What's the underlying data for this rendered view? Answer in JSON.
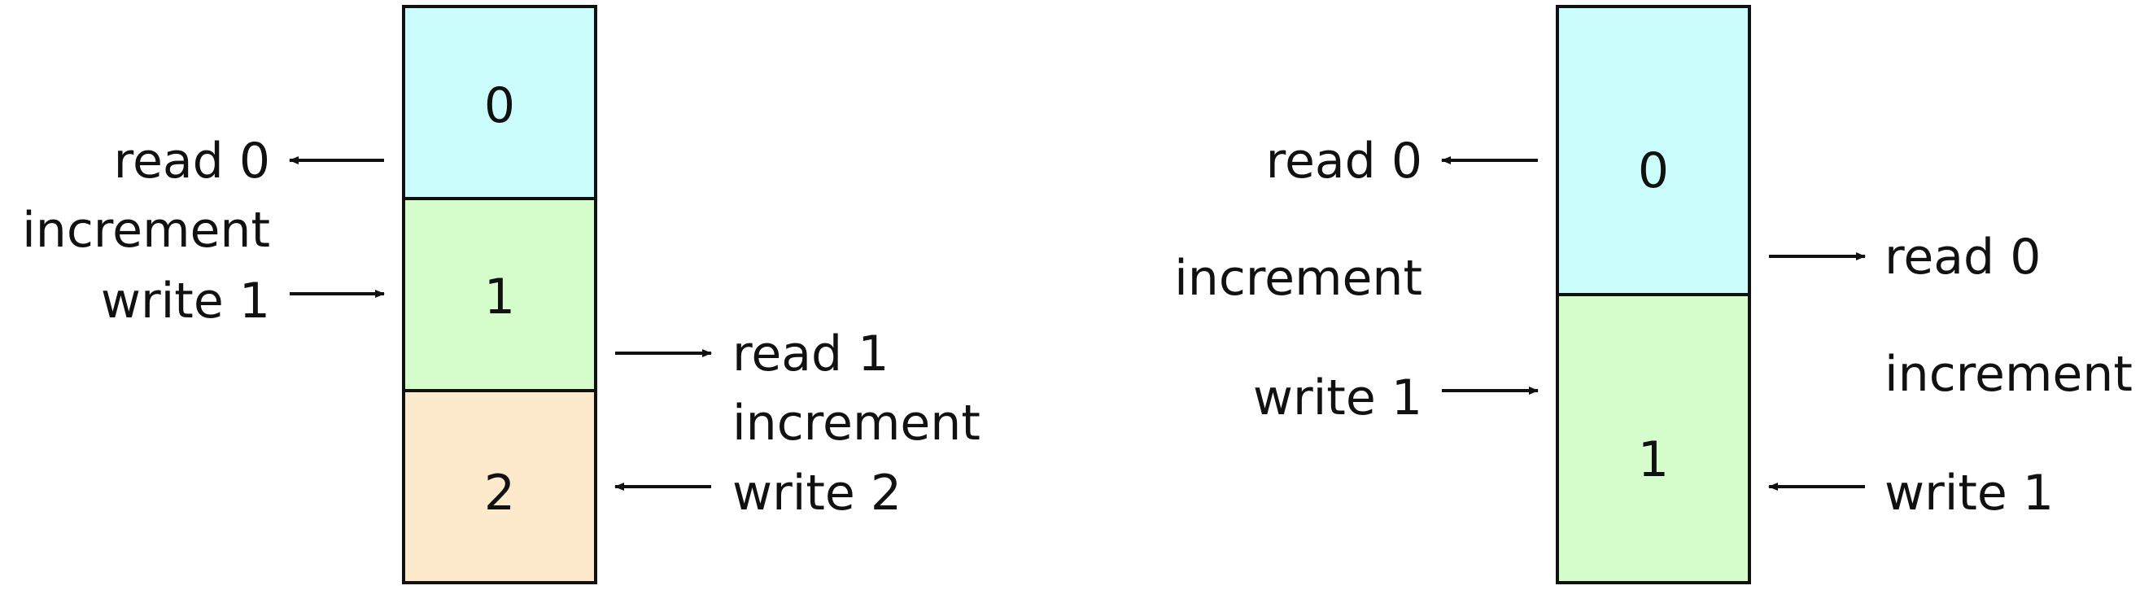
{
  "diagram_left": {
    "cells": [
      {
        "value": "0",
        "color": "#ccfdfd"
      },
      {
        "value": "1",
        "color": "#d6fdcc"
      },
      {
        "value": "2",
        "color": "#fde9cc"
      }
    ],
    "thread_a": {
      "read": "read 0",
      "increment": "increment",
      "write": "write 1"
    },
    "thread_b": {
      "read": "read 1",
      "increment": "increment",
      "write": "write 2"
    }
  },
  "diagram_right": {
    "cells": [
      {
        "value": "0",
        "color": "#ccfdfd"
      },
      {
        "value": "1",
        "color": "#d6fdcc"
      }
    ],
    "thread_a": {
      "read": "read 0",
      "increment": "increment",
      "write": "write 1"
    },
    "thread_b": {
      "read": "read 0",
      "increment": "increment",
      "write": "write 1"
    }
  }
}
